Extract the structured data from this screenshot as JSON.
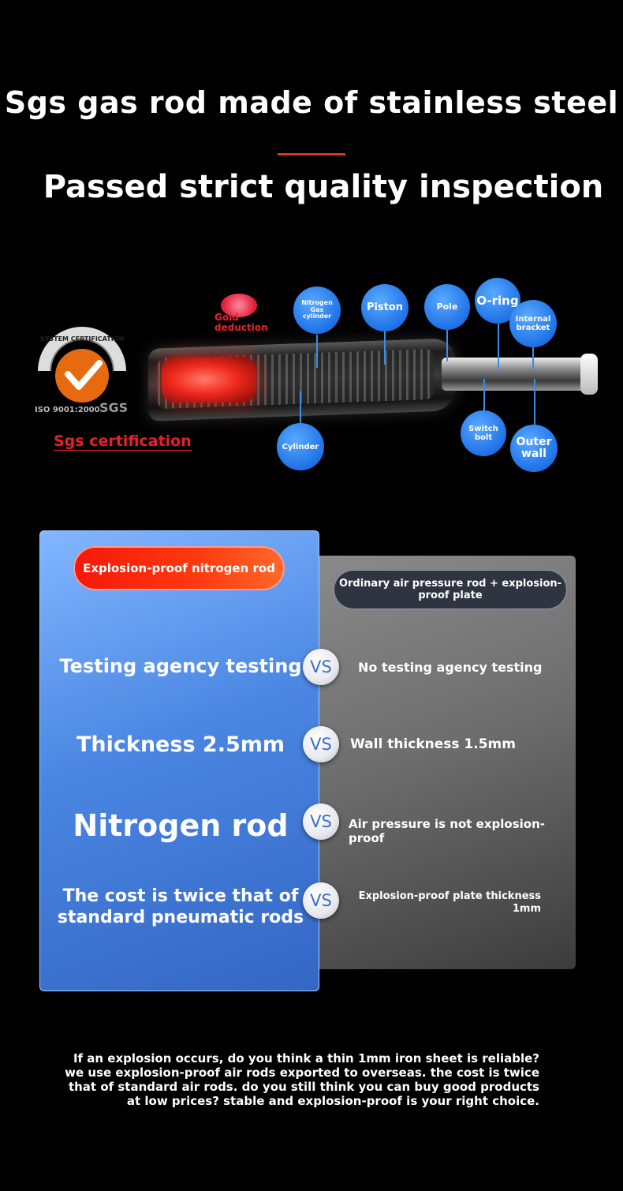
{
  "header": {
    "title": "Sgs gas rod made of stainless steel",
    "subtitle": "Passed strict quality inspection"
  },
  "diagram": {
    "cert_badge": {
      "top_text": "SYSTEM CERTIFICATION",
      "iso_text": "ISO 9001:2000",
      "brand": "SGS"
    },
    "cert_label": "Sgs certification",
    "gold_label": [
      "Gold",
      "deduction"
    ],
    "parts": {
      "nitrogen_gas_cylinder": [
        "Nitrogen",
        "Gas",
        "cylinder"
      ],
      "piston": "Piston",
      "pole": "Pole",
      "o_ring": "O-ring",
      "internal_bracket": [
        "Internal",
        "bracket"
      ],
      "cylinder": "Cylinder",
      "switch_bolt": "Switch bolt",
      "outer_wall": [
        "Outer",
        "wall"
      ]
    },
    "colors": {
      "bubble": "#1e72e6",
      "accent_red": "#e8202a"
    }
  },
  "comparison": {
    "left_header": "Explosion-proof nitrogen rod",
    "right_header": "Ordinary air pressure rod + explosion-proof plate",
    "vs_label": "VS",
    "rows": [
      {
        "left": "Testing agency testing",
        "right": "No testing agency testing"
      },
      {
        "left": "Thickness 2.5mm",
        "right": "Wall thickness 1.5mm"
      },
      {
        "left": "Nitrogen rod",
        "right": "Air pressure is not explosion-proof"
      },
      {
        "left": "The cost is twice that of standard pneumatic rods",
        "right": "Explosion-proof plate thickness 1mm"
      }
    ]
  },
  "footer": {
    "text": "If an explosion occurs, do you think a thin 1mm iron sheet is reliable? we use explosion-proof air rods exported to overseas. the cost is twice that of standard air rods. do you still think you can buy good products at low prices? stable and explosion-proof is your right choice."
  }
}
